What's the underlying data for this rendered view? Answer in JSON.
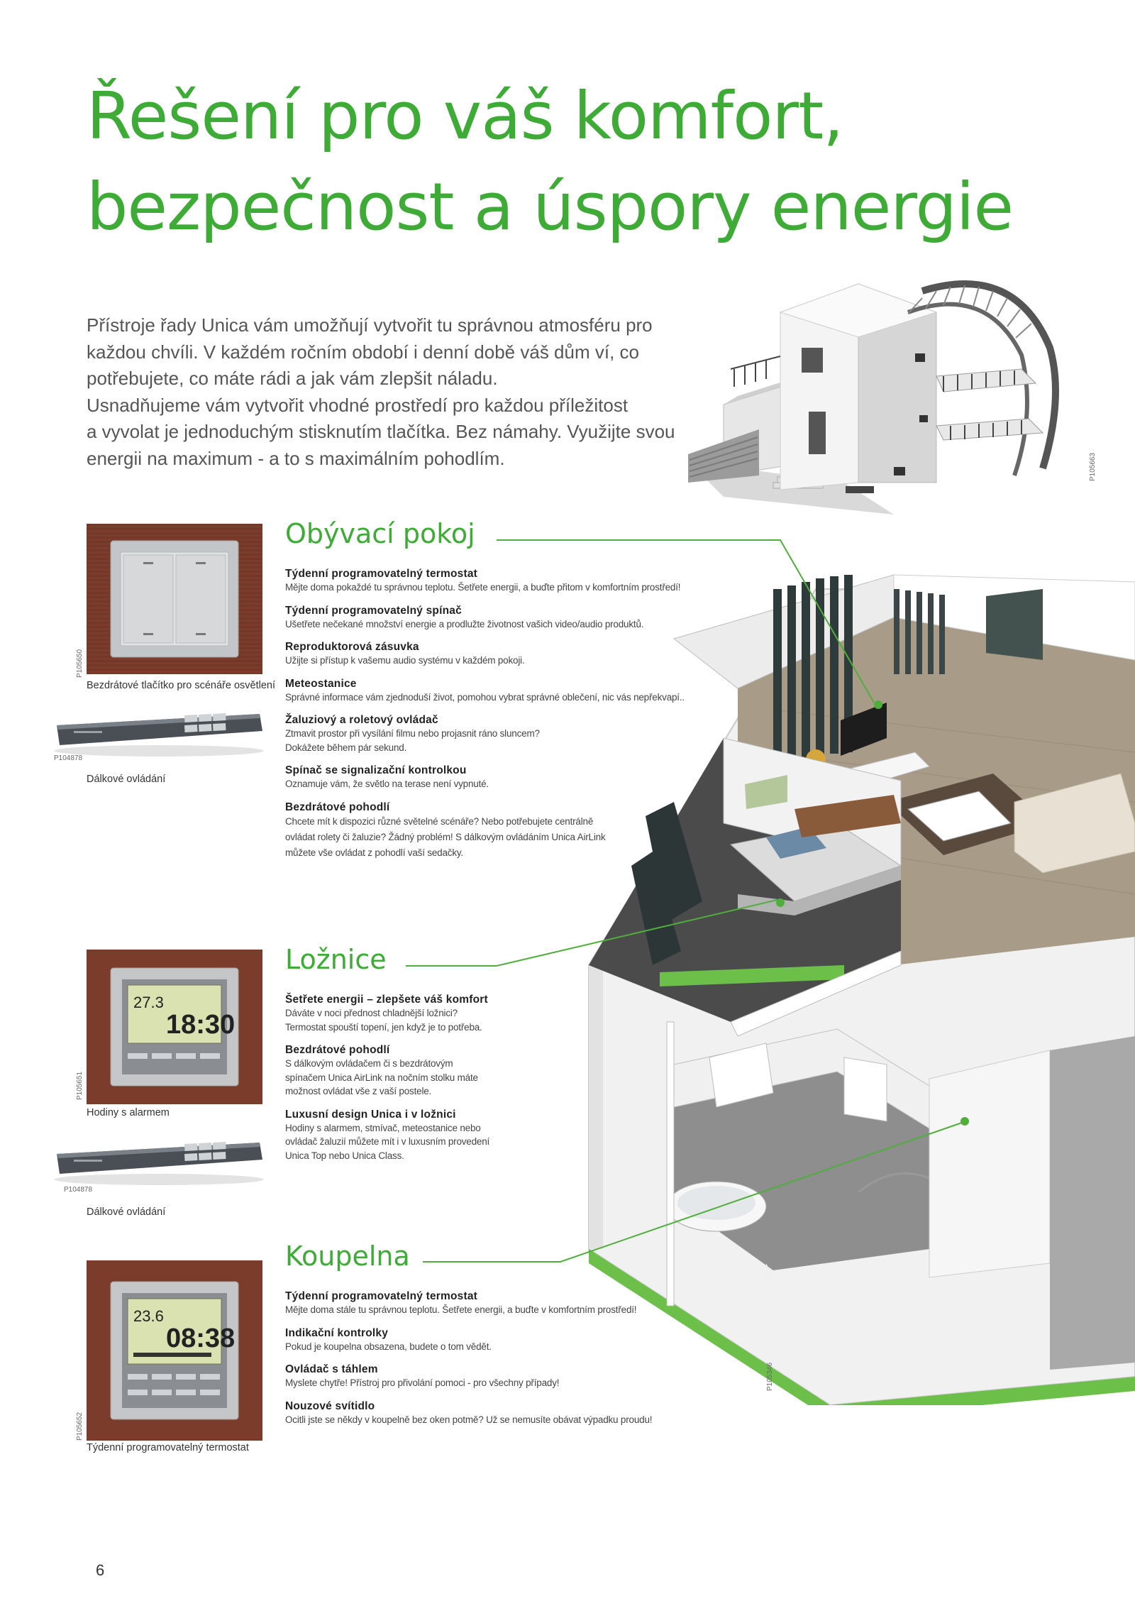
{
  "title_lines": [
    "Řešení pro váš komfort,",
    "bezpečnost a úspory energie"
  ],
  "intro_lines": [
    "Přístroje řady Unica vám umožňují vytvořit tu správnou atmosféru pro",
    "každou chvíli. V každém ročním období i denní době váš dům ví, co",
    "potřebujete, co máte rádi a jak vám zlepšit náladu.",
    "Usnadňujeme vám vytvořit vhodné prostředí pro každou příležitost",
    "a vyvolat je jednoduchým stisknutím tlačítka. Bez námahy. Využijte svou",
    "energii na maximum - a to s maximálním pohodlím."
  ],
  "image_codes": {
    "house_top": "P105663",
    "house_cut": "P105346",
    "switch": "P105650",
    "remote_1": "P104878",
    "clock": "P105651",
    "remote_2": "P104878",
    "thermostat": "P105652"
  },
  "display_values": {
    "clock_temp": "27.3",
    "clock_time": "18:30",
    "thermo_temp": "23.6",
    "thermo_time": "08:38"
  },
  "sections": [
    {
      "title": "Obývací pokoj",
      "captions": [
        "Bezdrátové tlačítko pro scénáře osvětlení",
        "Dálkové ovládání"
      ],
      "items": [
        {
          "heading": "Týdenní programovatelný termostat",
          "lines": [
            "Mějte doma pokaždé tu správnou teplotu. Šetřete energii, a buďte přitom v komfortním prostředí!"
          ]
        },
        {
          "heading": "Týdenní programovatelný spínač",
          "lines": [
            "Ušetřete nečekané množství energie a prodlužte životnost vašich video/audio produktů."
          ]
        },
        {
          "heading": "Reproduktorová zásuvka",
          "lines": [
            "Užijte si přístup k vašemu audio systému v každém pokoji."
          ]
        },
        {
          "heading": "Meteostanice",
          "lines": [
            "Správné informace vám zjednoduší život, pomohou vybrat správné oblečení, nic vás nepřekvapí.."
          ]
        },
        {
          "heading": "Žaluziový a roletový ovládač",
          "lines": [
            "Ztmavit prostor při vysílání filmu nebo projasnit ráno sluncem?",
            "Dokážete během pár sekund."
          ]
        },
        {
          "heading": "Spínač se signalizační kontrolkou",
          "lines": [
            "Oznamuje vám, že světlo na terase není vypnuté."
          ]
        },
        {
          "heading": "Bezdrátové pohodlí",
          "lines": [
            "Chcete mít k dispozici různé světelné scénáře? Nebo potřebujete centrálně",
            "ovládat rolety či žaluzie? Žádný problém! S dálkovým ovládáním Unica AirLink",
            "můžete vše ovládat z pohodlí vaší sedačky."
          ]
        }
      ]
    },
    {
      "title": "Ložnice",
      "captions": [
        "Hodiny s alarmem",
        "Dálkové ovládání"
      ],
      "items": [
        {
          "heading": "Šetřete energii – zlepšete váš komfort",
          "lines": [
            "Dáváte v noci přednost chladnější ložnici?",
            "Termostat spouští topení, jen když je to potřeba."
          ]
        },
        {
          "heading": "Bezdrátové pohodlí",
          "lines": [
            "S dálkovým ovládačem či s bezdrátovým",
            "spínačem Unica AirLink na nočním stolku máte",
            "možnost ovládat vše z vaší postele."
          ]
        },
        {
          "heading": "Luxusní design Unica i v ložnici",
          "lines": [
            "Hodiny s alarmem, stmívač, meteostanice nebo",
            "ovládač žaluzií můžete mít i v luxusním provedení",
            "Unica Top nebo Unica Class."
          ]
        }
      ]
    },
    {
      "title": "Koupelna",
      "captions": [
        "Týdenní programovatelný termostat"
      ],
      "items": [
        {
          "heading": "Týdenní programovatelný termostat",
          "lines": [
            "Mějte doma stále tu správnou teplotu. Šetřete energii, a buďte v komfortním prostředí!"
          ]
        },
        {
          "heading": "Indikační kontrolky",
          "lines": [
            "Pokud je koupelna obsazena, budete o tom vědět."
          ]
        },
        {
          "heading": "Ovládač s táhlem",
          "lines": [
            "Myslete chytře! Přístroj pro přivolání pomoci - pro všechny případy!"
          ]
        },
        {
          "heading": "Nouzové svítidlo",
          "lines": [
            "Ocitli jste se někdy v koupelně bez oken potmě? Už se nemusíte obávat výpadku proudu!"
          ]
        }
      ]
    }
  ],
  "page_number": "6",
  "colors": {
    "accent": "#3dab35",
    "frame_wood": "#7b3c2b",
    "text": "#333333"
  }
}
